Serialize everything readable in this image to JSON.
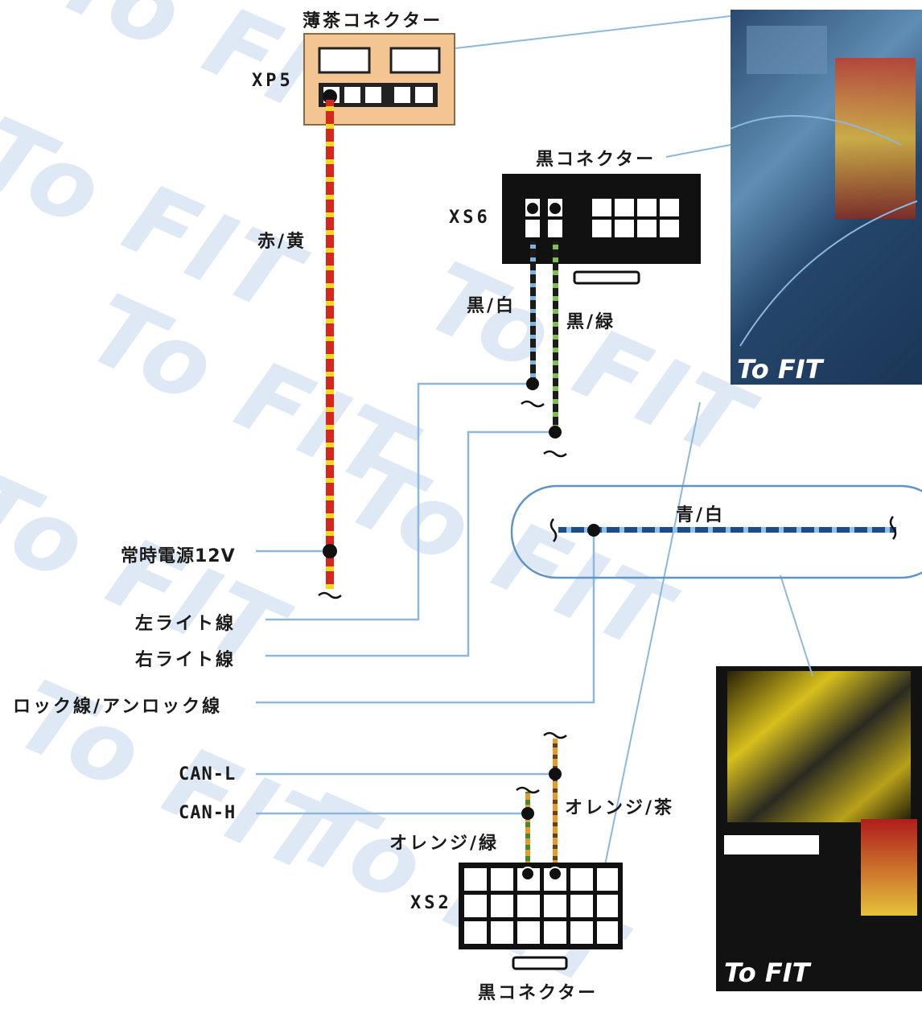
{
  "watermark": "To FIT",
  "connectors": {
    "xp5": {
      "color_name": "薄茶コネクター",
      "id": "XP5"
    },
    "xs6": {
      "color_name": "黒コネクター",
      "id": "XS6"
    },
    "xs2": {
      "color_name": "黒コネクター",
      "id": "XS2"
    }
  },
  "wires": {
    "red_yellow": "赤/黄",
    "black_white": "黒/白",
    "black_green": "黒/緑",
    "blue_white": "青/白",
    "orange_brown": "オレンジ/茶",
    "orange_green": "オレンジ/緑"
  },
  "signals": {
    "power": "常時電源12V",
    "left_light": "左ライト線",
    "right_light": "右ライト線",
    "lock": "ロック線/アンロック線",
    "can_l": "CAN-L",
    "can_h": "CAN-H"
  },
  "photos": {
    "top_brand": "To FIT",
    "bottom_brand": "To FIT"
  },
  "colors": {
    "callout_line": "#8cb8dc",
    "xp5_body": "#f3c592",
    "connector_black": "#111111"
  }
}
